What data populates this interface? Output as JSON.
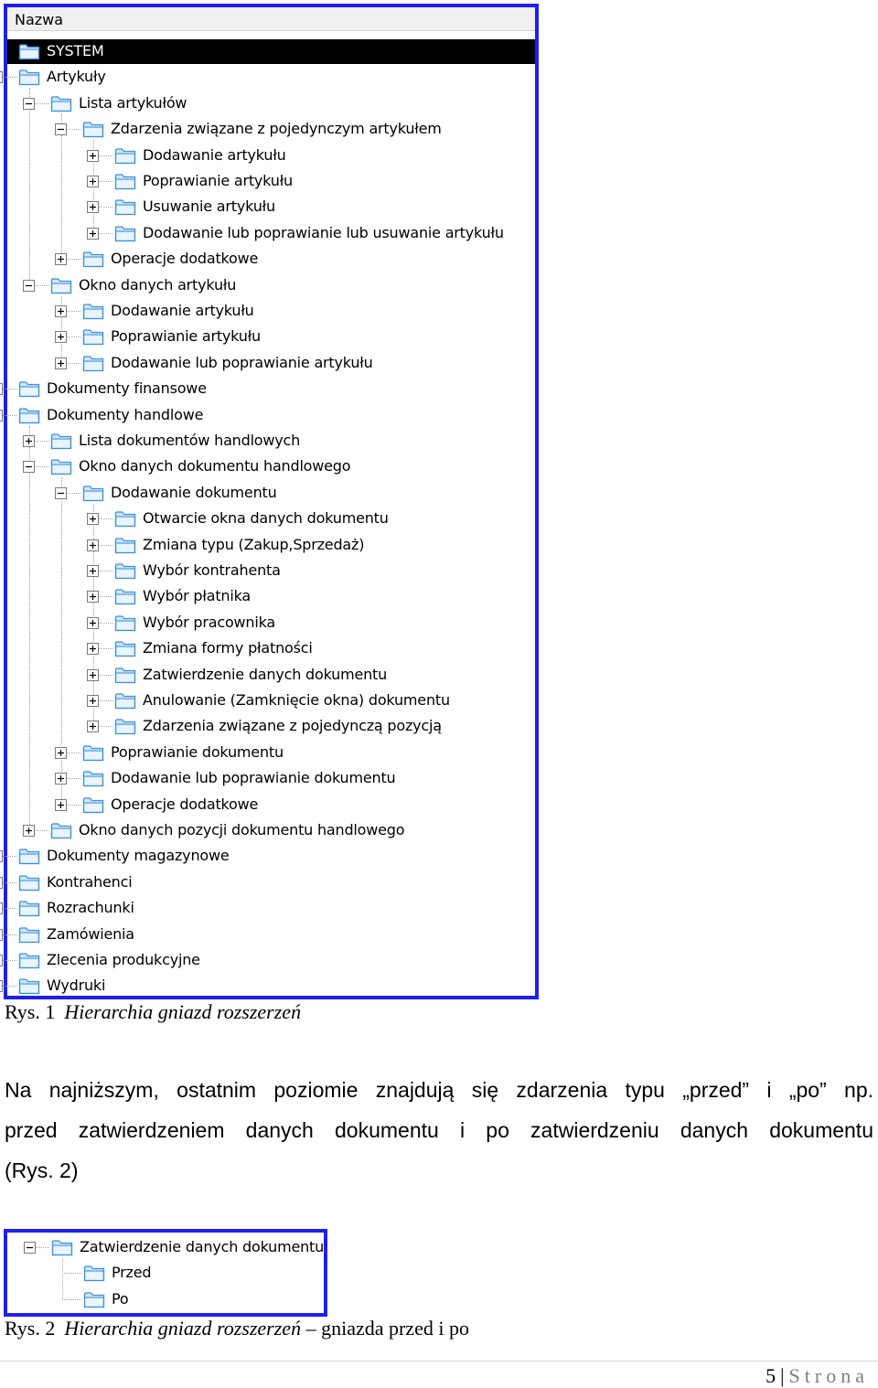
{
  "tree1": {
    "header": "Nazwa",
    "nodes": [
      {
        "label": "SYSTEM",
        "level": 0,
        "toggle": "none",
        "selected": true
      },
      {
        "label": "Artykuły",
        "level": 0,
        "toggle": "minus"
      },
      {
        "label": "Lista artykułów",
        "level": 1,
        "toggle": "minus"
      },
      {
        "label": "Zdarzenia związane z pojedynczym artykułem",
        "level": 2,
        "toggle": "minus"
      },
      {
        "label": "Dodawanie artykułu",
        "level": 3,
        "toggle": "plus"
      },
      {
        "label": "Poprawianie artykułu",
        "level": 3,
        "toggle": "plus"
      },
      {
        "label": "Usuwanie artykułu",
        "level": 3,
        "toggle": "plus"
      },
      {
        "label": "Dodawanie lub poprawianie lub usuwanie artykułu",
        "level": 3,
        "toggle": "plus"
      },
      {
        "label": "Operacje dodatkowe",
        "level": 2,
        "toggle": "plus"
      },
      {
        "label": "Okno danych artykułu",
        "level": 1,
        "toggle": "minus"
      },
      {
        "label": "Dodawanie artykułu",
        "level": 2,
        "toggle": "plus"
      },
      {
        "label": "Poprawianie artykułu",
        "level": 2,
        "toggle": "plus"
      },
      {
        "label": "Dodawanie lub poprawianie artykułu",
        "level": 2,
        "toggle": "plus"
      },
      {
        "label": "Dokumenty finansowe",
        "level": 0,
        "toggle": "plus"
      },
      {
        "label": "Dokumenty handlowe",
        "level": 0,
        "toggle": "minus"
      },
      {
        "label": "Lista dokumentów handlowych",
        "level": 1,
        "toggle": "plus"
      },
      {
        "label": "Okno danych dokumentu handlowego",
        "level": 1,
        "toggle": "minus"
      },
      {
        "label": "Dodawanie dokumentu",
        "level": 2,
        "toggle": "minus"
      },
      {
        "label": "Otwarcie okna danych dokumentu",
        "level": 3,
        "toggle": "plus"
      },
      {
        "label": "Zmiana typu (Zakup,Sprzedaż)",
        "level": 3,
        "toggle": "plus"
      },
      {
        "label": "Wybór kontrahenta",
        "level": 3,
        "toggle": "plus"
      },
      {
        "label": "Wybór płatnika",
        "level": 3,
        "toggle": "plus"
      },
      {
        "label": "Wybór pracownika",
        "level": 3,
        "toggle": "plus"
      },
      {
        "label": "Zmiana formy płatności",
        "level": 3,
        "toggle": "plus"
      },
      {
        "label": "Zatwierdzenie danych dokumentu",
        "level": 3,
        "toggle": "plus"
      },
      {
        "label": "Anulowanie (Zamknięcie okna) dokumentu",
        "level": 3,
        "toggle": "plus"
      },
      {
        "label": "Zdarzenia związane z pojedynczą pozycją",
        "level": 3,
        "toggle": "plus"
      },
      {
        "label": "Poprawianie dokumentu",
        "level": 2,
        "toggle": "plus"
      },
      {
        "label": "Dodawanie lub poprawianie dokumentu",
        "level": 2,
        "toggle": "plus"
      },
      {
        "label": "Operacje dodatkowe",
        "level": 2,
        "toggle": "plus"
      },
      {
        "label": "Okno danych pozycji dokumentu handlowego",
        "level": 1,
        "toggle": "plus"
      },
      {
        "label": "Dokumenty magazynowe",
        "level": 0,
        "toggle": "plus"
      },
      {
        "label": "Kontrahenci",
        "level": 0,
        "toggle": "plus"
      },
      {
        "label": "Rozrachunki",
        "level": 0,
        "toggle": "plus"
      },
      {
        "label": "Zamówienia",
        "level": 0,
        "toggle": "plus"
      },
      {
        "label": "Zlecenia produkcyjne",
        "level": 0,
        "toggle": "plus"
      },
      {
        "label": "Wydruki",
        "level": 0,
        "toggle": "plus"
      }
    ]
  },
  "caption1": {
    "prefix": "Rys. 1",
    "title": "Hierarchia gniazd rozszerzeń"
  },
  "paragraph": {
    "lines": [
      "Na najniższym, ostatnim poziomie znajdują się zdarzenia typu „przed” i „po” np.",
      "przed zatwierdzeniem danych dokumentu i po zatwierdzeniu danych dokumentu",
      "(Rys. 2)"
    ]
  },
  "tree2": {
    "nodes": [
      {
        "label": "Zatwierdzenie danych dokumentu",
        "level": 0,
        "toggle": "minus"
      },
      {
        "label": "Przed",
        "level": 1,
        "toggle": "none"
      },
      {
        "label": "Po",
        "level": 1,
        "toggle": "none"
      }
    ]
  },
  "caption2": {
    "prefix": "Rys. 2",
    "title": "Hierarchia gniazd rozszerzeń",
    "suffix": "– gniazda przed i po"
  },
  "footer": {
    "page": "5",
    "separator": "|",
    "label": "Strona"
  },
  "colors": {
    "frame": "#1f1ff2",
    "folder_fill": "#cfe7ff",
    "folder_stroke": "#3c8fd8",
    "selection": "#000000"
  }
}
